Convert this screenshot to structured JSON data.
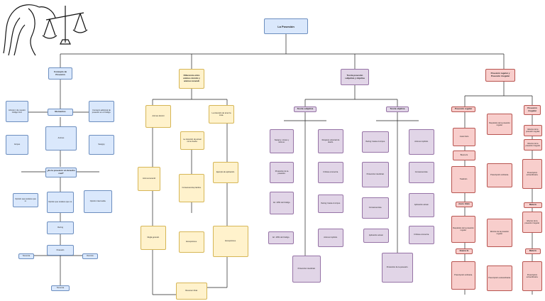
{
  "title": "La Posesión",
  "columns": {
    "c1": {
      "header": "Concepto de Posesión",
      "definition": "Artículo 1 de nuestro Código Civil.",
      "elements": "Elementos",
      "corpus": "Corpus",
      "animus": "Animus",
      "second_def": "Concepto adicional de posesión en el Código.",
      "question": "¿Es la posesión un derecho real?",
      "left_note": "Opinión que sostiene que sí.",
      "mid_note": "Opinión que sostiene que no.",
      "right_note": "Opinión intermedia.",
      "savigny": "Savigny",
      "ihering": "Ihering",
      "leaf1": "Tenencia",
      "leaf2": "Posesión",
      "leaf3": "Dominio"
    },
    "c2": {
      "header": "Diferencia entre animus domini y animus tenendi",
      "domini": "Animus domini",
      "tenendi": "Animus tenendi",
      "note1": "La intención de actuar como dueño.",
      "note2": "La intención de tener la cosa.",
      "yl1": "Consecuencia práctica.",
      "yl2": "Ejemplo de aplicación.",
      "yl3": "Regla general.",
      "yl4": "Excepciones.",
      "yl5": "Resumen final."
    },
    "c3": {
      "header": "Teoría posesión subjetiva y objetiva",
      "subjetiva": "Teoría subjetiva",
      "objetiva": "Teoría objetiva",
      "p1": "Savigny: corpus y animus.",
      "p2": "Requiere voluntad de dueño.",
      "p3": "Protección de la posesión.",
      "p4": "Críticas a la teoría.",
      "p5": "Art. 2351 del Código.",
      "p6": "Ihering: basta el corpus.",
      "p7": "Animus implícito.",
      "p8": "Protección interdictal.",
      "p9": "Consecuencias.",
      "p10": "Aplicación actual."
    },
    "c4": {
      "header": "Posesión regular y Posesión irregular",
      "regular": "Posesión regular",
      "irregular": "Posesión irregular",
      "justo": "Justo título",
      "buena": "Buena fe",
      "tradicion": "Tradición",
      "mala": "Mala fe",
      "r1": "Requisitos de la posesión regular.",
      "r2": "Efectos de la posesión regular.",
      "r3": "Efectos de la posesión irregular.",
      "r4": "Prescripción ordinaria.",
      "r5": "Prescripción extraordinaria."
    }
  }
}
